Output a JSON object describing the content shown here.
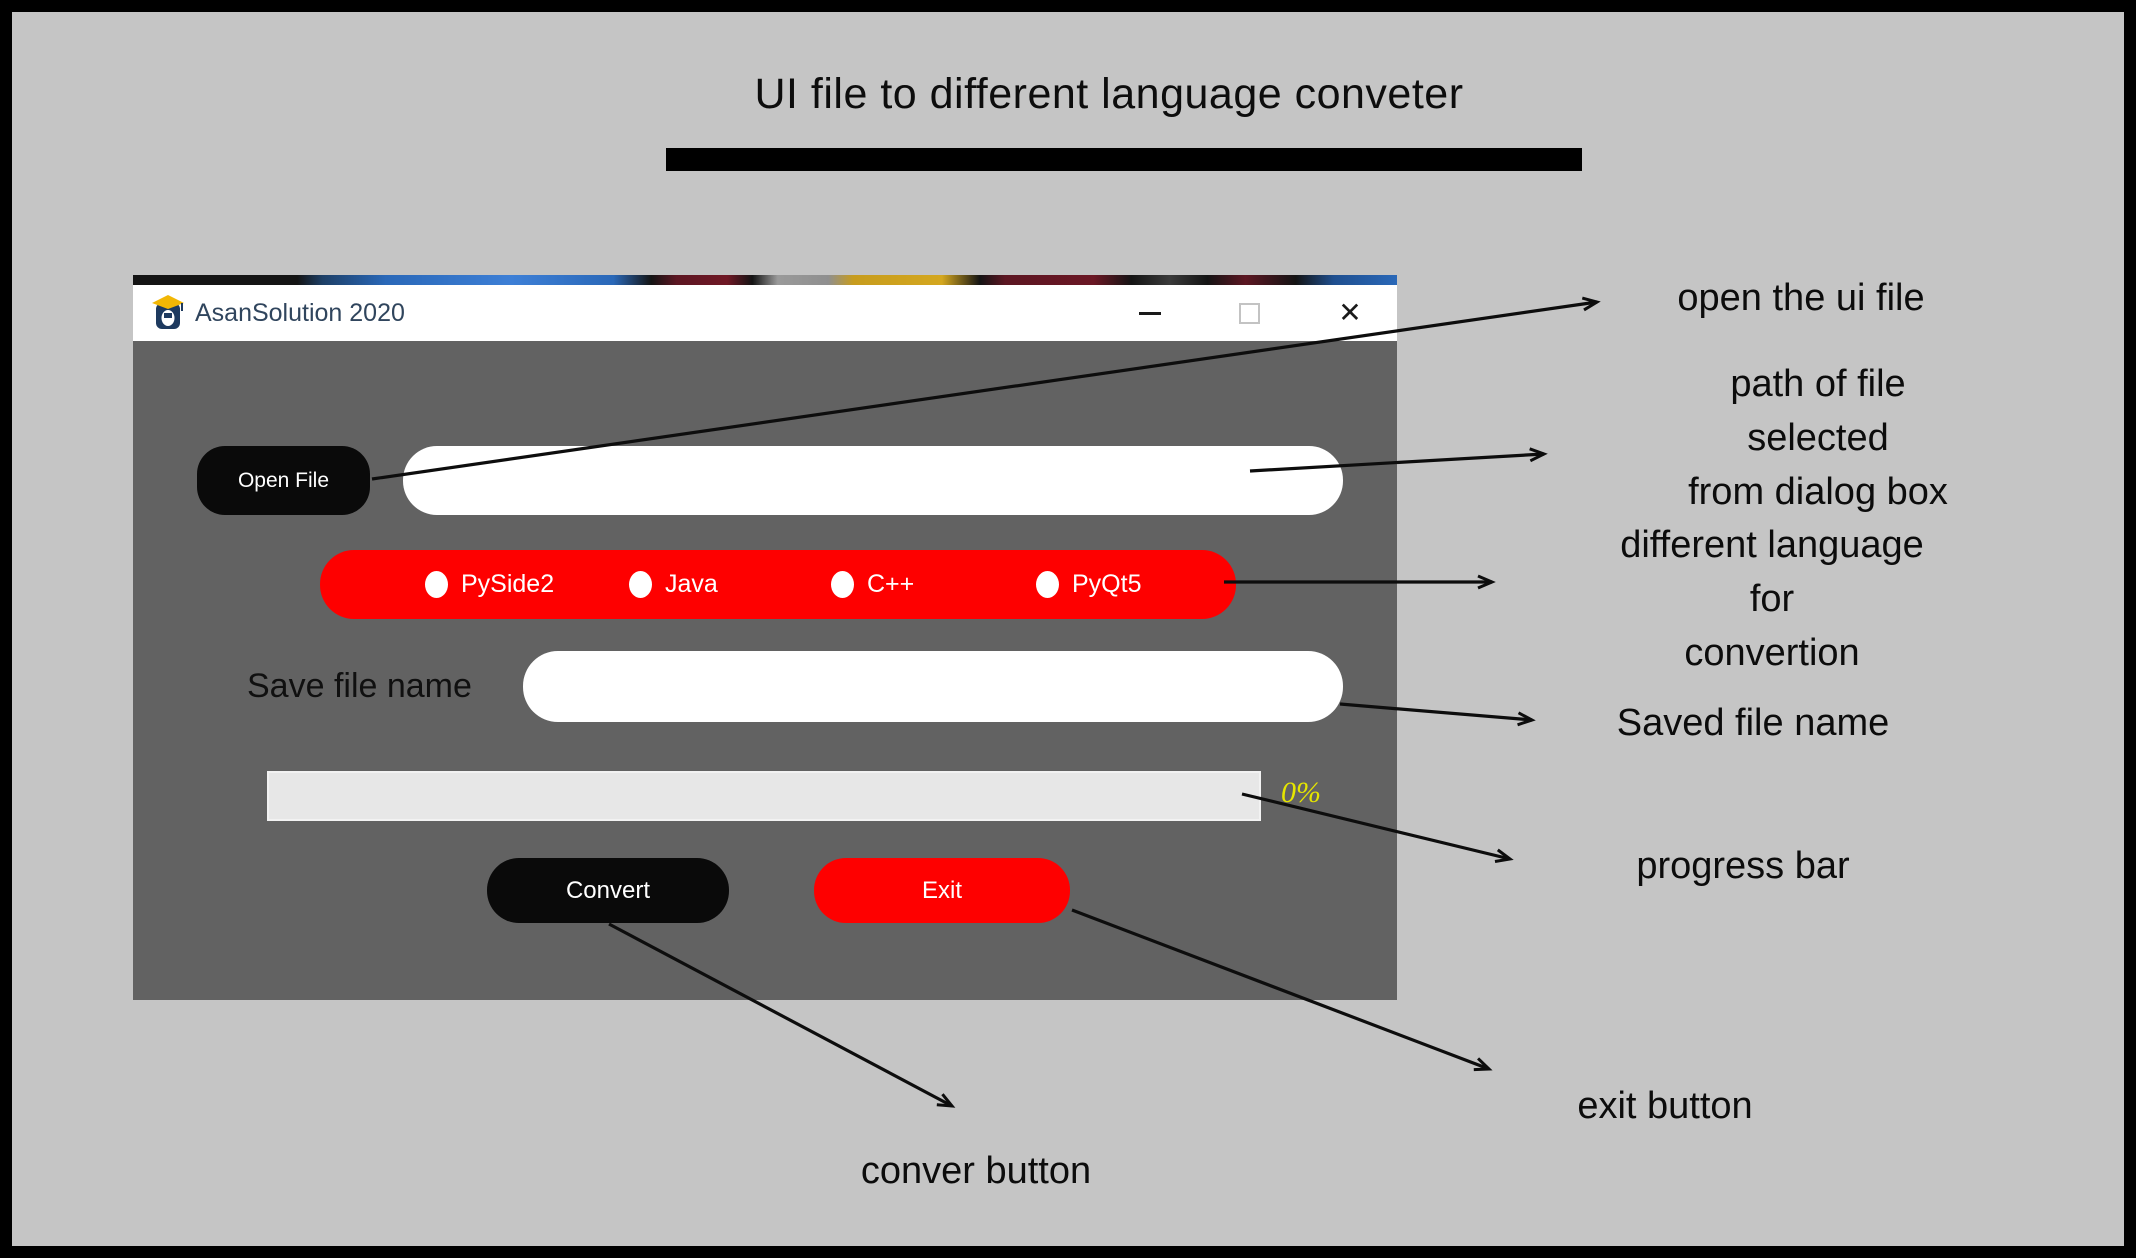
{
  "page_title": "UI file to different language conveter",
  "window": {
    "titlebar": {
      "app_name": "AsanSolution 2020",
      "icons": {
        "app_logo": "graduate-shield-logo-icon",
        "minimize": "minimize-icon",
        "maximize": "maximize-icon",
        "close": "close-icon",
        "close_glyph": "✕"
      }
    },
    "open_file_button_label": "Open File",
    "file_path_input": {
      "value": "",
      "placeholder": ""
    },
    "language_options": [
      {
        "label": "PySide2",
        "selected": false
      },
      {
        "label": "Java",
        "selected": false
      },
      {
        "label": "C++",
        "selected": false
      },
      {
        "label": "PyQt5",
        "selected": false
      }
    ],
    "save_file_label": "Save file name",
    "save_file_input": {
      "value": "",
      "placeholder": ""
    },
    "progress": {
      "percent": 0,
      "label": "0%"
    },
    "convert_button_label": "Convert",
    "exit_button_label": "Exit"
  },
  "annotations": [
    {
      "text": "open the ui file"
    },
    {
      "text": "path of file selected\nfrom dialog box"
    },
    {
      "text": "different language for\nconvertion"
    },
    {
      "text": "Saved file name"
    },
    {
      "text": "progress bar"
    },
    {
      "text": "exit button"
    },
    {
      "text": "conver button"
    }
  ],
  "colors": {
    "canvas_background": "#c5c5c5",
    "canvas_border": "#000000",
    "window_body": "#626262",
    "accent_red": "#fe0000",
    "button_black": "#0a0a0a",
    "progress_track": "#e7e7e7",
    "progress_label_yellow": "#e6e600",
    "titlebar_text": "#30455d"
  }
}
